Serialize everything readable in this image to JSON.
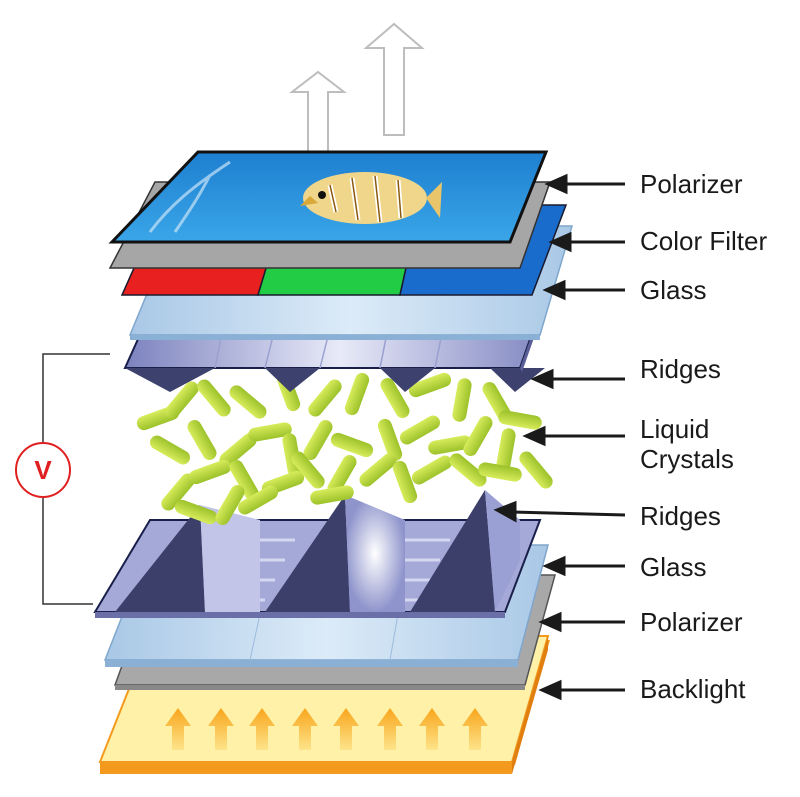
{
  "layers": [
    {
      "id": "polarizer-top",
      "label": "Polarizer"
    },
    {
      "id": "color-filter",
      "label": "Color Filter"
    },
    {
      "id": "glass-top",
      "label": "Glass"
    },
    {
      "id": "ridges-top",
      "label": "Ridges"
    },
    {
      "id": "liquid-crystals",
      "label_line1": "Liquid",
      "label_line2": "Crystals"
    },
    {
      "id": "ridges-bottom",
      "label": "Ridges"
    },
    {
      "id": "glass-bottom",
      "label": "Glass"
    },
    {
      "id": "polarizer-bottom",
      "label": "Polarizer"
    },
    {
      "id": "backlight",
      "label": "Backlight"
    }
  ],
  "voltage_symbol": "V",
  "colors": {
    "filter_red": "#e82020",
    "filter_green": "#22cc44",
    "filter_blue": "#1a6ccc",
    "glass": "#b8d4ec",
    "ridges": "#8a90c8",
    "crystal": "#b8d63a",
    "backlight": "#fff2a8",
    "backlight_edge": "#f39a1e",
    "voltage": "#e02020"
  }
}
